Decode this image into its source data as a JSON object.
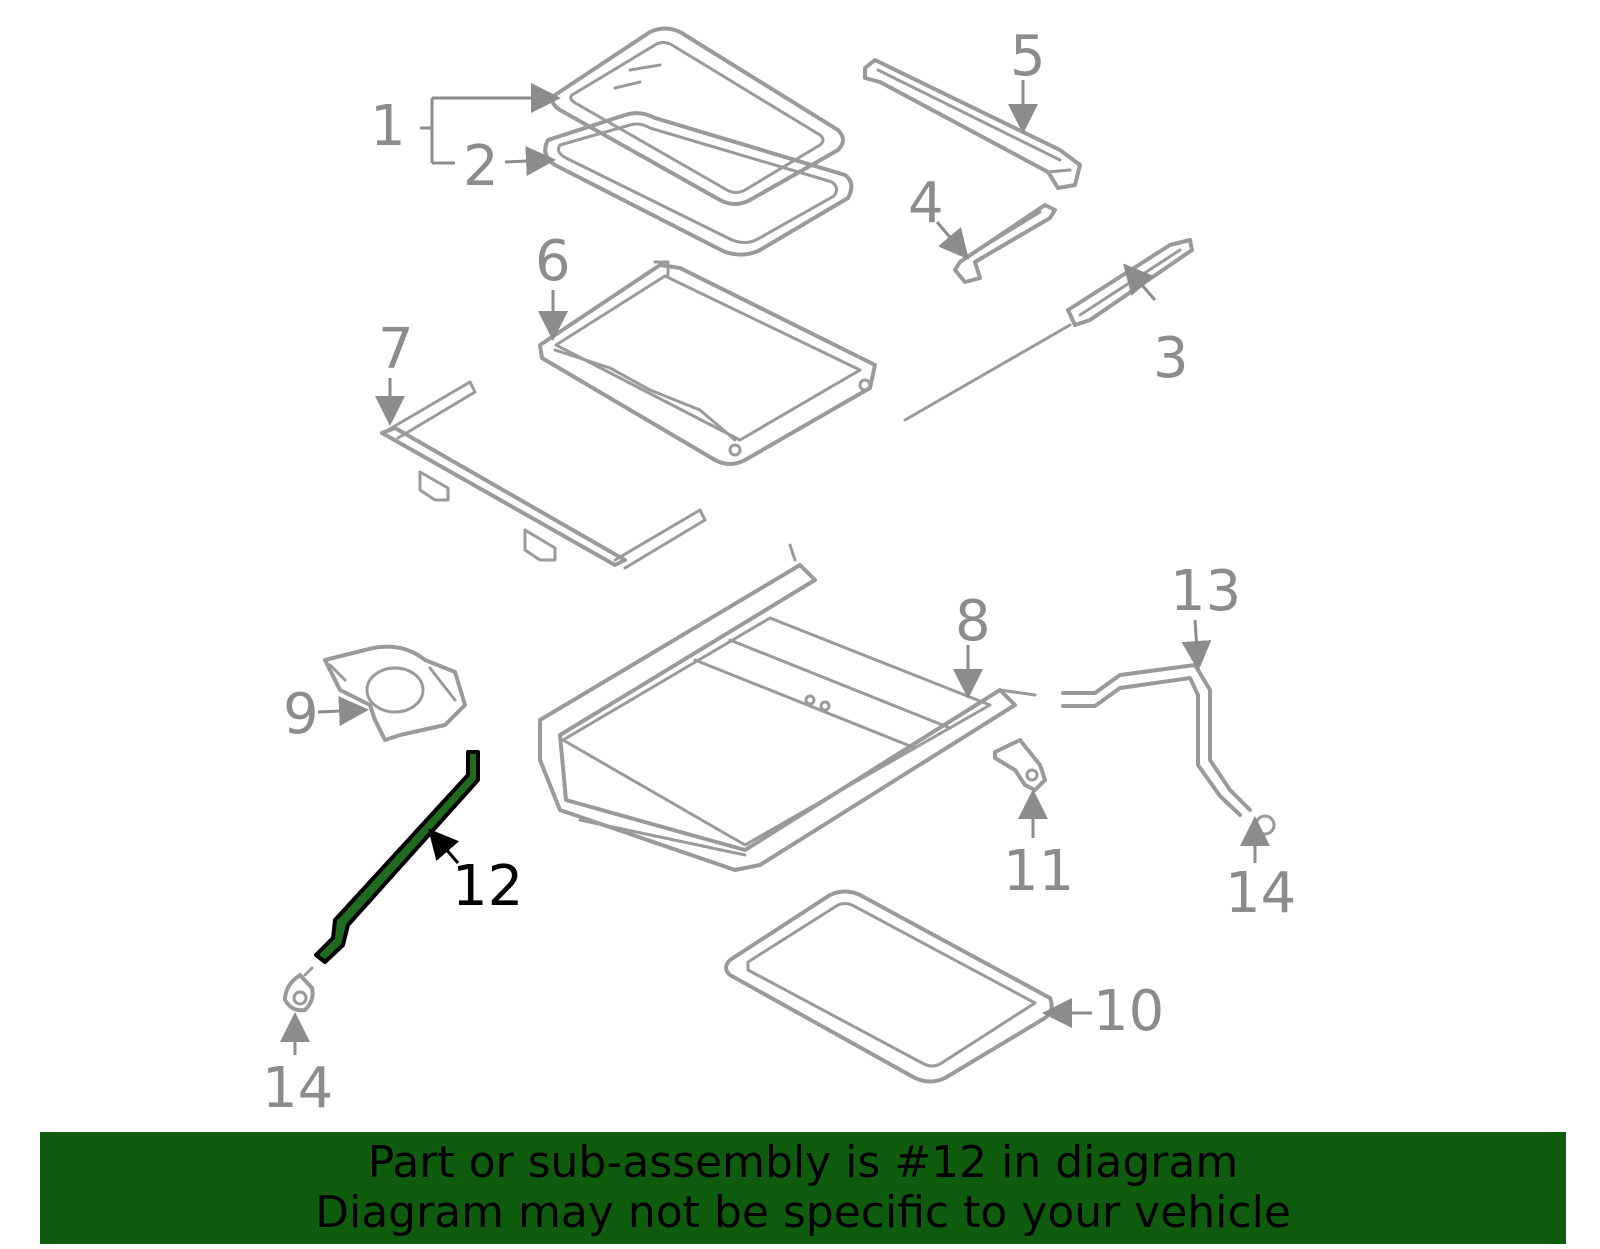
{
  "highlight_color": "#1f6b1f",
  "banner_color": "#0f5c0f",
  "callouts": {
    "c1": "1",
    "c2": "2",
    "c3": "3",
    "c4": "4",
    "c5": "5",
    "c6": "6",
    "c7": "7",
    "c8": "8",
    "c9": "9",
    "c10": "10",
    "c11": "11",
    "c12": "12",
    "c13": "13",
    "c14a": "14",
    "c14b": "14"
  },
  "banner": {
    "line1": "Part or sub-assembly is #12 in diagram",
    "line2": "Diagram may not be specific to your vehicle"
  }
}
